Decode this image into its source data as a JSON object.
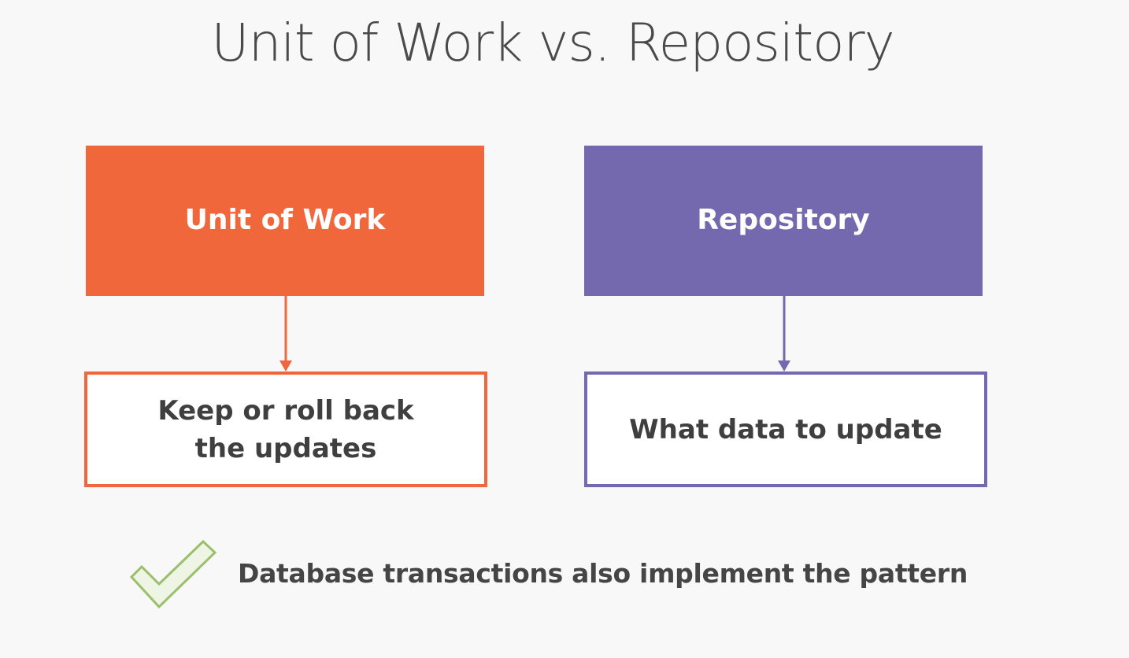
{
  "title": "Unit of Work vs. Repository",
  "colors": {
    "unit_of_work": "#f0673c",
    "repository": "#7468ae",
    "check_stroke": "#9bbf6a",
    "check_fill": "#eef5e4"
  },
  "unit_of_work": {
    "heading": "Unit of Work",
    "description_line1": "Keep or roll back",
    "description_line2": "the updates"
  },
  "repository": {
    "heading": "Repository",
    "description": "What data to update"
  },
  "footer": {
    "icon": "check-icon",
    "text": "Database transactions also implement the pattern"
  }
}
